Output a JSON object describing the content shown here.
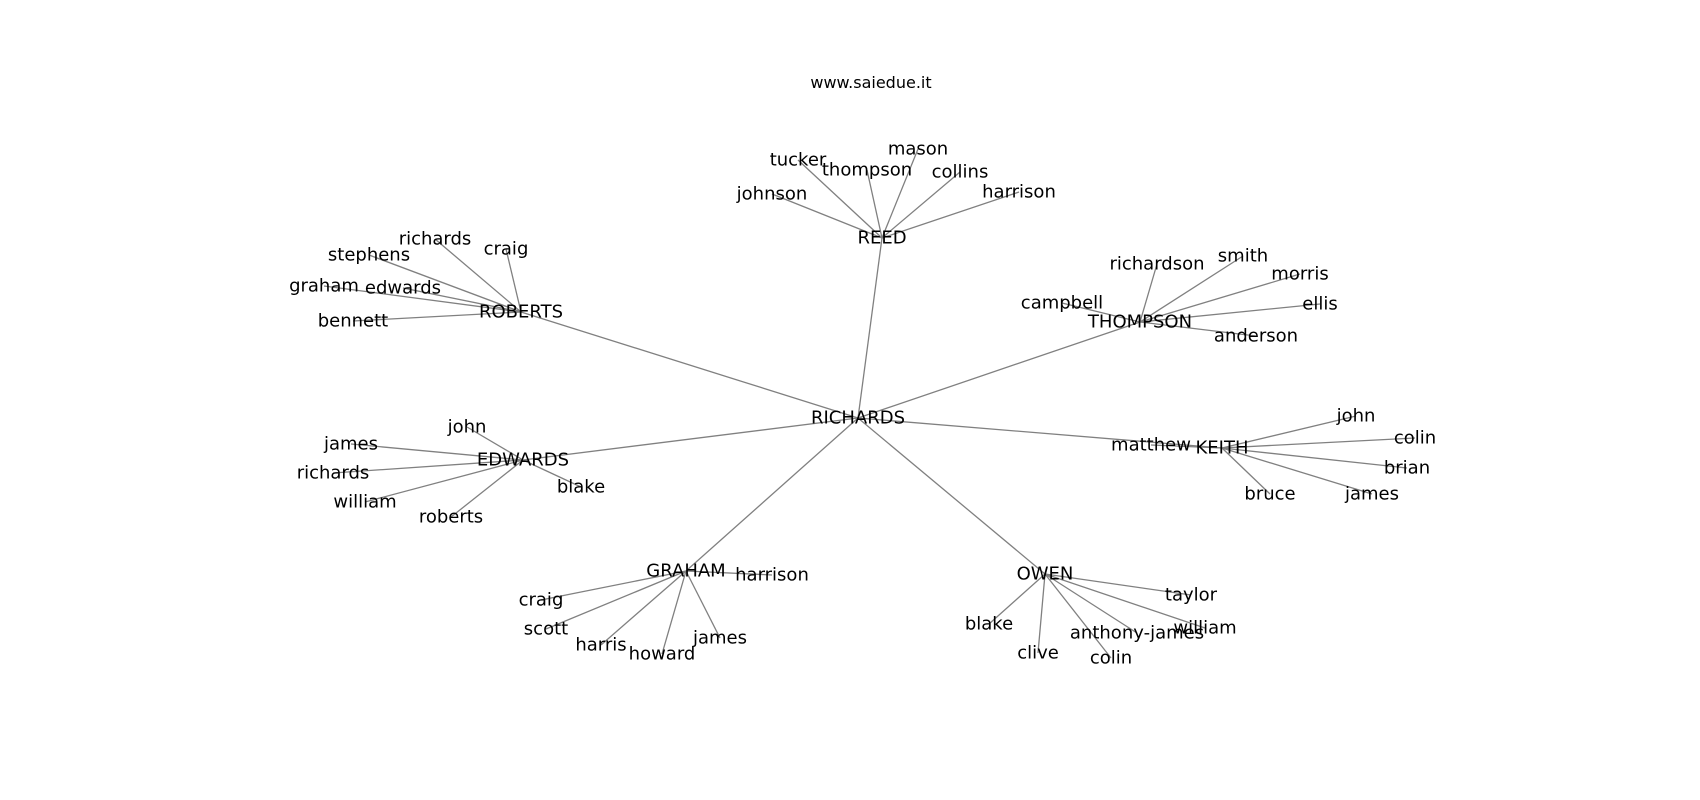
{
  "diagram": {
    "title": "www.saiedue.it",
    "center": "RICHARDS",
    "clusters": [
      {
        "name": "REED",
        "leaves": [
          "tucker",
          "thompson",
          "mason",
          "collins",
          "johnson",
          "harrison"
        ]
      },
      {
        "name": "ROBERTS",
        "leaves": [
          "richards",
          "craig",
          "stephens",
          "graham",
          "edwards",
          "bennett"
        ]
      },
      {
        "name": "THOMPSON",
        "leaves": [
          "richardson",
          "smith",
          "morris",
          "campbell",
          "ellis",
          "anderson"
        ]
      },
      {
        "name": "EDWARDS",
        "leaves": [
          "john",
          "james",
          "richards",
          "blake",
          "william",
          "roberts"
        ]
      },
      {
        "name": "KEITH",
        "leaves": [
          "john",
          "colin",
          "matthew",
          "brian",
          "bruce",
          "james"
        ]
      },
      {
        "name": "GRAHAM",
        "leaves": [
          "harrison",
          "craig",
          "scott",
          "harris",
          "howard",
          "james"
        ]
      },
      {
        "name": "OWEN",
        "leaves": [
          "taylor",
          "blake",
          "anthony-james",
          "william",
          "clive",
          "colin"
        ]
      }
    ]
  }
}
